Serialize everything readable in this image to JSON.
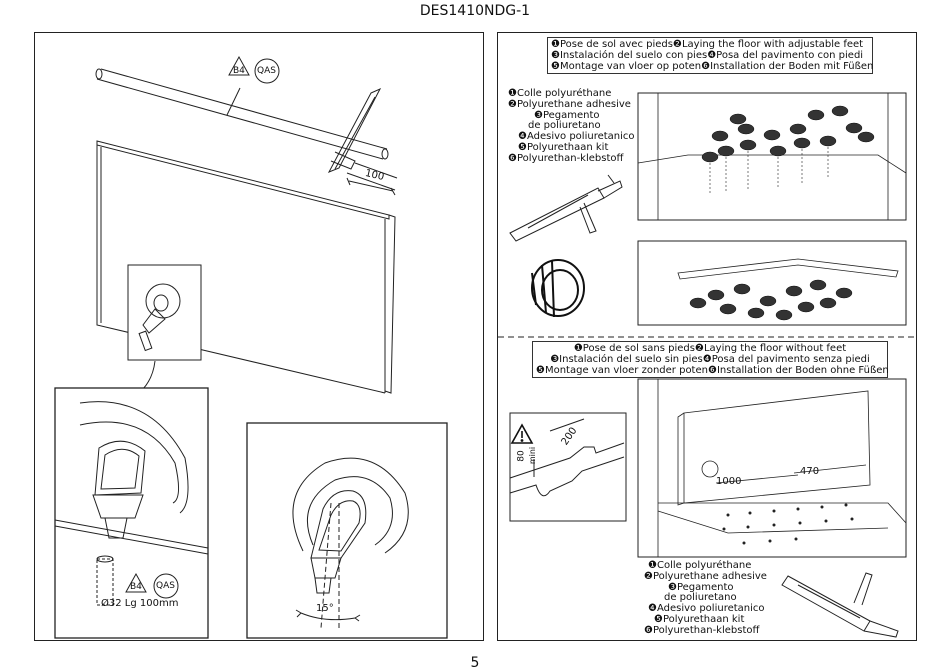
{
  "header": {
    "doc_code": "DES1410NDG-1"
  },
  "footer": {
    "page_number": "5"
  },
  "left_panel": {
    "tag_code": "B4",
    "tag_qas": "QAS",
    "dim_100": "100",
    "detail_tag_code": "B4",
    "detail_tag_qas": "QAS",
    "pipe_label": "Ø32 Lg 100mm",
    "angle_label": "15°"
  },
  "right_panel": {
    "legend_with_feet": [
      {
        "n": "1",
        "text": "Pose de sol avec pieds"
      },
      {
        "n": "2",
        "text": "Laying the floor with adjustable feet"
      },
      {
        "n": "3",
        "text": "Instalación del suelo con pies"
      },
      {
        "n": "4",
        "text": "Posa del pavimento con piedi"
      },
      {
        "n": "5",
        "text": "Montage van vloer op poten"
      },
      {
        "n": "6",
        "text": "Installation der Boden mit Füßen"
      }
    ],
    "adhesive_top": [
      {
        "n": "1",
        "text": "Colle polyuréthane"
      },
      {
        "n": "2",
        "text": "Polyurethane adhesive"
      },
      {
        "n": "3",
        "text": "Pegamento"
      },
      {
        "n": "",
        "text": "de poliuretano"
      },
      {
        "n": "4",
        "text": "Adesivo poliuretanico"
      },
      {
        "n": "5",
        "text": "Polyurethaan kit"
      },
      {
        "n": "6",
        "text": "Polyurethan-klebstoff"
      }
    ],
    "legend_without_feet": [
      {
        "n": "1",
        "text": "Pose de sol sans pieds"
      },
      {
        "n": "2",
        "text": "Laying the floor without feet"
      },
      {
        "n": "3",
        "text": "Instalación del suelo sin pies"
      },
      {
        "n": "4",
        "text": "Posa del pavimento senza piedi"
      },
      {
        "n": "5",
        "text": "Montage van vloer zonder poten"
      },
      {
        "n": "6",
        "text": "Installation der Boden ohne Füßen"
      }
    ],
    "adhesive_bottom": [
      {
        "n": "1",
        "text": "Colle polyuréthane"
      },
      {
        "n": "2",
        "text": "Polyurethane adhesive"
      },
      {
        "n": "3",
        "text": "Pegamento"
      },
      {
        "n": "",
        "text": "de poliuretano"
      },
      {
        "n": "4",
        "text": "Adesivo poliuretanico"
      },
      {
        "n": "5",
        "text": "Polyurethaan kit"
      },
      {
        "n": "6",
        "text": "Polyurethan-klebstoff"
      }
    ],
    "dim_200": "200",
    "dim_80": "80",
    "dim_mini": "mini",
    "dim_1000": "1000",
    "dim_470": "470"
  }
}
